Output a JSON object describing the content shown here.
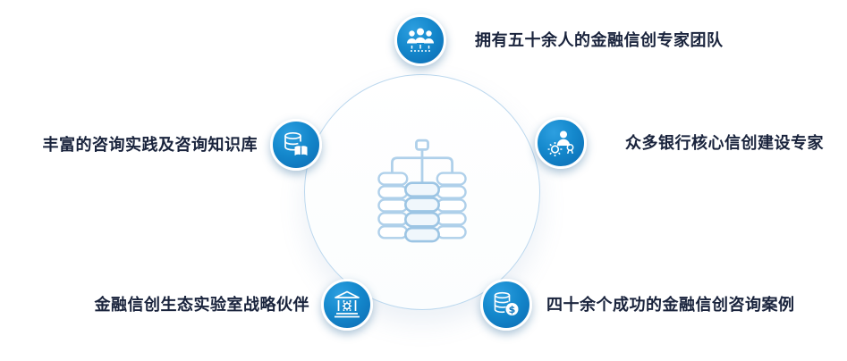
{
  "diagram": {
    "center": {
      "icon": "database-cluster-icon"
    },
    "nodes": [
      {
        "position": "top",
        "icon": "team-icon",
        "label": "拥有五十余人的金融信创专家团队"
      },
      {
        "position": "right",
        "icon": "expert-badge-icon",
        "label": "众多银行核心信创建设专家"
      },
      {
        "position": "left",
        "icon": "knowledge-base-icon",
        "label": "丰富的咨询实践及咨询知识库"
      },
      {
        "position": "bottom-left",
        "icon": "bank-gear-icon",
        "label": "金融信创生态实验室战略伙伴"
      },
      {
        "position": "bottom-right",
        "icon": "coins-dollar-icon",
        "label": "四十余个成功的金融信创咨询案例"
      }
    ],
    "colors": {
      "node_blue": "#1488cc",
      "node_blue_dark": "#0c6ab2",
      "center_circle_border": "#bcd8ee",
      "center_icon_stroke": "#afd0ea",
      "label_color": "#19233c"
    }
  }
}
